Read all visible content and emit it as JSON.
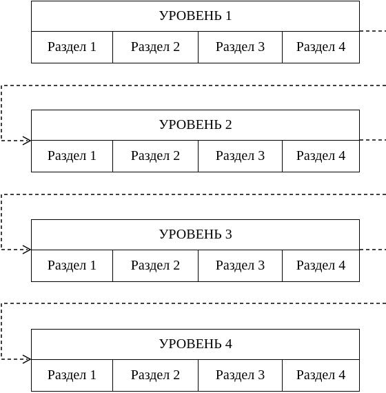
{
  "levels": [
    {
      "title": "УРОВЕНЬ 1",
      "sections": [
        "Раздел 1",
        "Раздел 2",
        "Раздел 3",
        "Раздел 4"
      ]
    },
    {
      "title": "УРОВЕНЬ 2",
      "sections": [
        "Раздел 1",
        "Раздел 2",
        "Раздел 3",
        "Раздел 4"
      ]
    },
    {
      "title": "УРОВЕНЬ 3",
      "sections": [
        "Раздел 1",
        "Раздел 2",
        "Раздел 3",
        "Раздел 4"
      ]
    },
    {
      "title": "УРОВЕНЬ 4",
      "sections": [
        "Раздел 1",
        "Раздел 2",
        "Раздел 3",
        "Раздел 4"
      ]
    }
  ],
  "connectors": [
    {
      "from": "УРОВЕНЬ 1",
      "to": "УРОВЕНЬ 2",
      "style": "dashed"
    },
    {
      "from": "УРОВЕНЬ 2",
      "to": "УРОВЕНЬ 3",
      "style": "dashed"
    },
    {
      "from": "УРОВЕНЬ 3",
      "to": "УРОВЕНЬ 4",
      "style": "dashed"
    }
  ]
}
